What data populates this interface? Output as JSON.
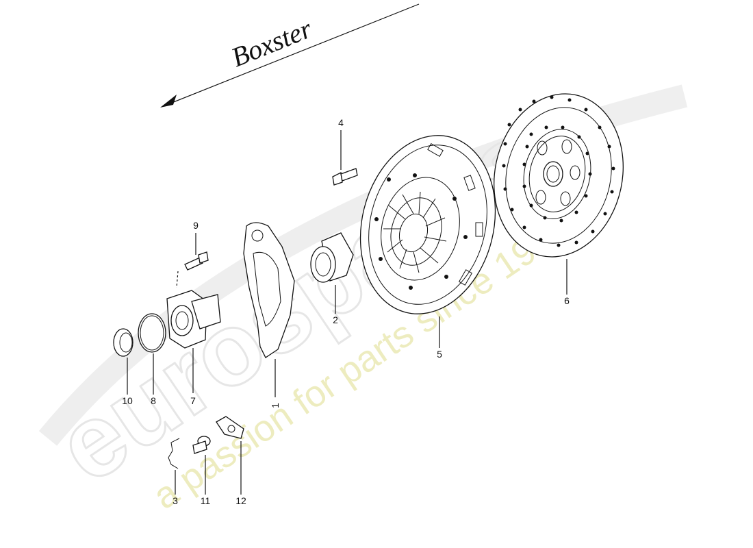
{
  "header": {
    "model_script": "Boxster"
  },
  "watermark": {
    "brand": "eurospares",
    "tagline": "a passion for parts since 1985",
    "color": "#e8e6b0",
    "outline_color": "#e4e4e4"
  },
  "callouts": [
    {
      "id": "1",
      "label": "1"
    },
    {
      "id": "2",
      "label": "2"
    },
    {
      "id": "3",
      "label": "3"
    },
    {
      "id": "4",
      "label": "4"
    },
    {
      "id": "5",
      "label": "5"
    },
    {
      "id": "6",
      "label": "6"
    },
    {
      "id": "7",
      "label": "7"
    },
    {
      "id": "8",
      "label": "8"
    },
    {
      "id": "9",
      "label": "9"
    },
    {
      "id": "10",
      "label": "10"
    },
    {
      "id": "11",
      "label": "11"
    },
    {
      "id": "12",
      "label": "12"
    }
  ]
}
